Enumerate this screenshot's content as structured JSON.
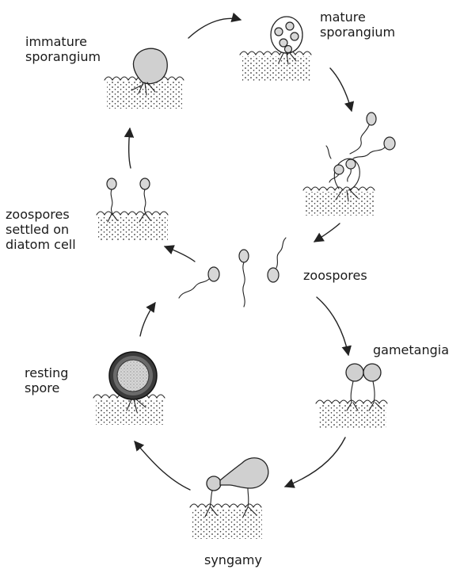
{
  "labels": {
    "immature_sporangium": [
      "immature",
      "sporangium"
    ],
    "mature_sporangium": [
      "mature",
      "sporangium"
    ],
    "zoospores_settled": [
      "zoospores",
      "settled on",
      "diatom cell"
    ],
    "zoospores": "zoospores",
    "gametangia": "gametangia",
    "resting_spore": [
      "resting",
      "spore"
    ],
    "syngamy": "syngamy"
  }
}
